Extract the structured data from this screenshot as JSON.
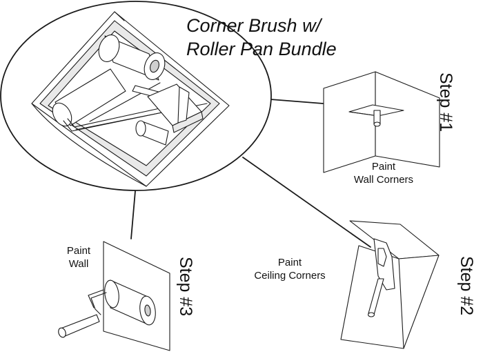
{
  "title": {
    "line1": "Corner Brush w/",
    "line2": "Roller Pan Bundle"
  },
  "steps": [
    {
      "label": "Step  #1",
      "caption_line1": "Paint",
      "caption_line2": "Wall Corners"
    },
    {
      "label": "Step  #2",
      "caption_line1": "Paint",
      "caption_line2": "Ceiling Corners"
    },
    {
      "label": "Step  #3",
      "caption_line1": "Paint",
      "caption_line2": "Wall"
    }
  ]
}
